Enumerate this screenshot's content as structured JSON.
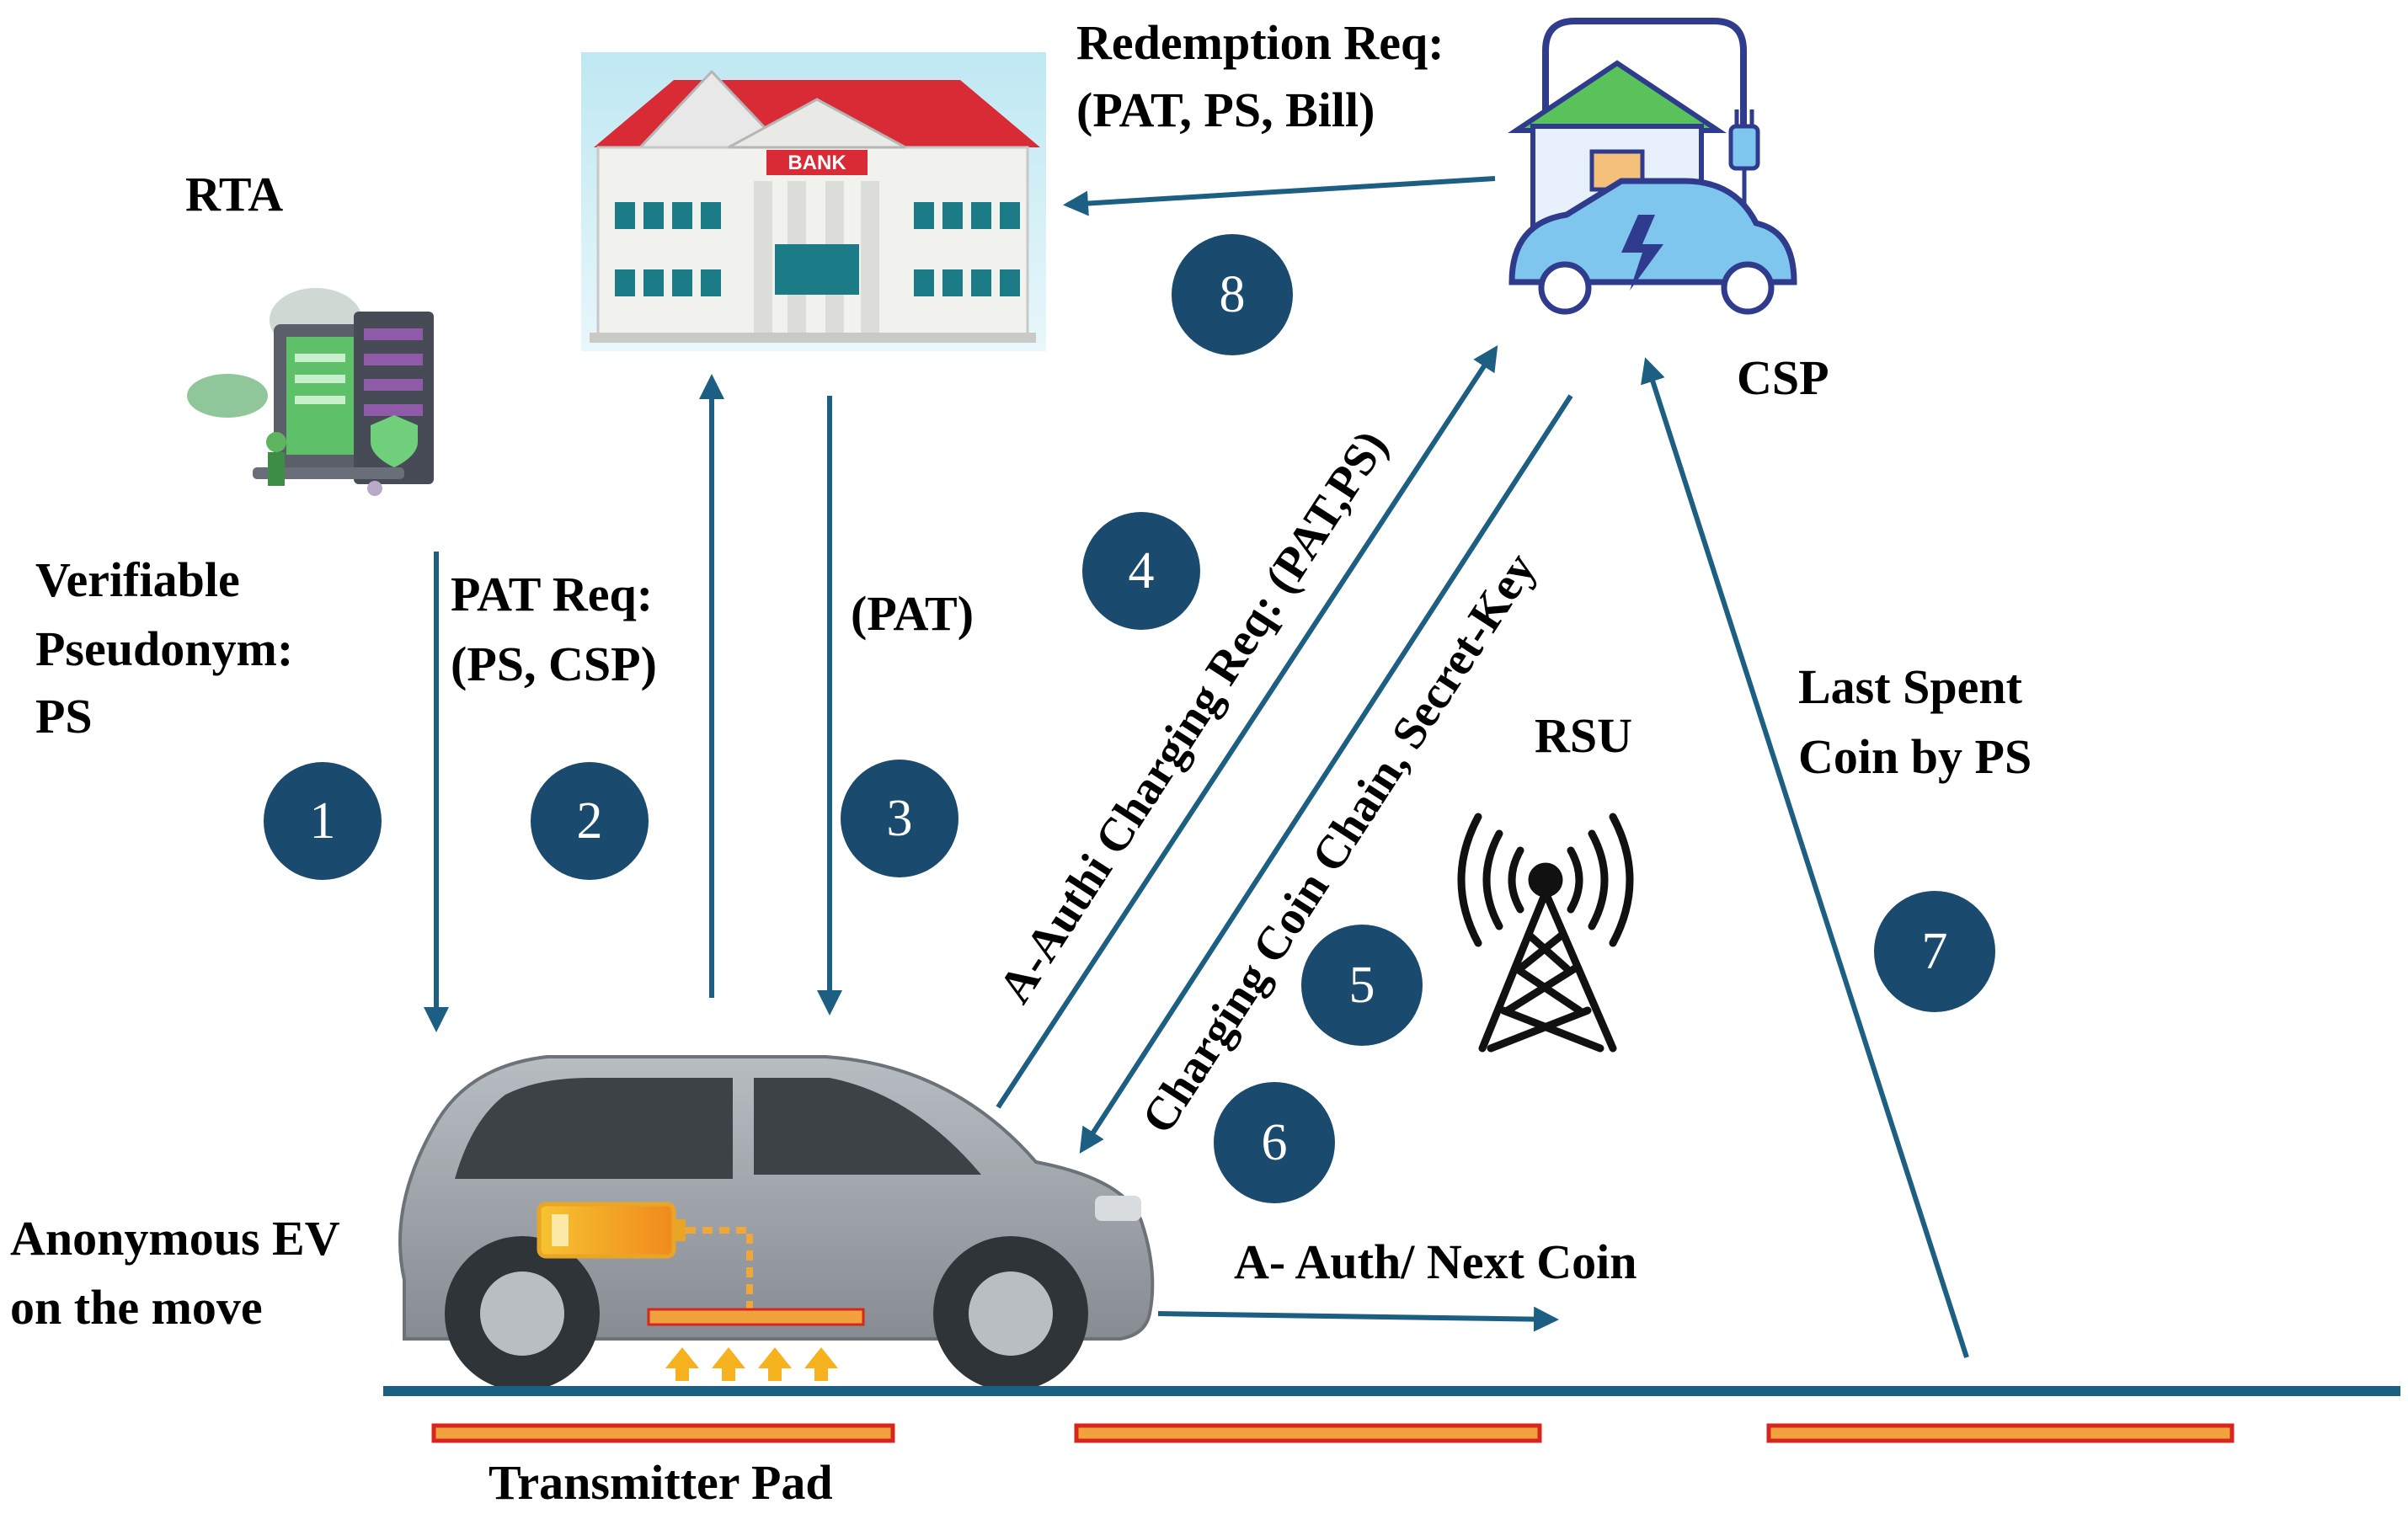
{
  "labels": {
    "rta": "RTA",
    "csp": "CSP",
    "rsu": "RSU",
    "redemption_line1": "Redemption Req:",
    "redemption_line2": "(PAT, PS, Bill)",
    "pseudonym_line1": "Verifiable",
    "pseudonym_line2": "Pseudonym:",
    "pseudonym_line3": "PS",
    "pat_req_line1": "PAT Req:",
    "pat_req_line2": "(PS, CSP)",
    "pat": "(PAT)",
    "charging_req": "A-Authi Charging Req: (PAT,PS)",
    "coin_chain": "Charging Coin Chain, Secret-Key",
    "last_spent_line1": "Last Spent",
    "last_spent_line2": "Coin by PS",
    "ev_line1": "Anonymous EV",
    "ev_line2": "on the move",
    "next_coin": "A- Auth/ Next Coin",
    "transmitter_pad": "Transmitter Pad",
    "bank_sign": "BANK"
  },
  "steps": [
    "1",
    "2",
    "3",
    "4",
    "5",
    "6",
    "7",
    "8"
  ],
  "icons": {
    "bank": "bank-building-icon",
    "rta": "rta-server-cloud-icon",
    "csp": "charging-station-house-icon",
    "rsu": "radio-tower-icon",
    "ev": "electric-car-icon",
    "battery": "battery-icon"
  },
  "colors": {
    "arrow": "#1c5f82",
    "step_circle": "#1a4a6e",
    "pad_orange": "#f2a23c",
    "pad_red": "#d7261e",
    "road": "#1c5f82",
    "bank_roof": "#d92b35",
    "car_body": "#9aa0a6"
  }
}
